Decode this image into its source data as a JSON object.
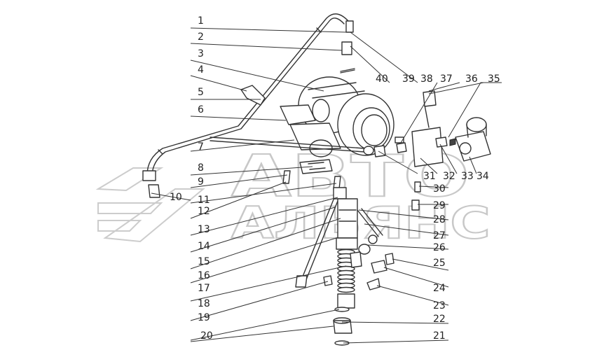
{
  "watermark": {
    "line1": "АВТО",
    "line2": "АЛЬЯНС"
  },
  "callouts": [
    {
      "num": "1"
    },
    {
      "num": "2"
    },
    {
      "num": "3"
    },
    {
      "num": "4"
    },
    {
      "num": "5"
    },
    {
      "num": "6"
    },
    {
      "num": "7"
    },
    {
      "num": "8"
    },
    {
      "num": "9"
    },
    {
      "num": "10"
    },
    {
      "num": "11"
    },
    {
      "num": "12"
    },
    {
      "num": "13"
    },
    {
      "num": "14"
    },
    {
      "num": "15"
    },
    {
      "num": "16"
    },
    {
      "num": "17"
    },
    {
      "num": "18"
    },
    {
      "num": "19"
    },
    {
      "num": "20"
    },
    {
      "num": "21"
    },
    {
      "num": "22"
    },
    {
      "num": "23"
    },
    {
      "num": "24"
    },
    {
      "num": "25"
    },
    {
      "num": "26"
    },
    {
      "num": "27"
    },
    {
      "num": "28"
    },
    {
      "num": "29"
    },
    {
      "num": "30"
    },
    {
      "num": "31"
    },
    {
      "num": "32"
    },
    {
      "num": "33"
    },
    {
      "num": "34"
    },
    {
      "num": "35"
    },
    {
      "num": "36"
    },
    {
      "num": "37"
    },
    {
      "num": "38"
    },
    {
      "num": "39"
    },
    {
      "num": "40"
    }
  ]
}
